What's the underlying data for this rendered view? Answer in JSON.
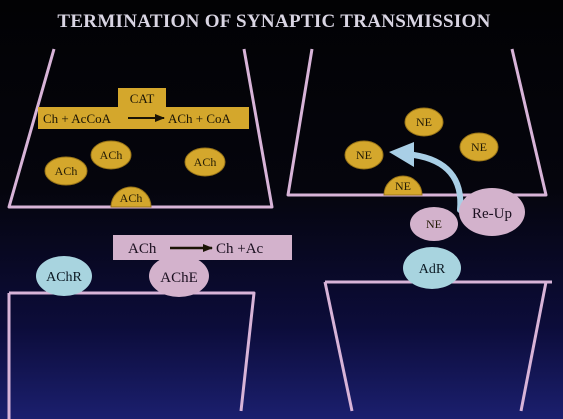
{
  "title": "TERMINATION OF SYNAPTIC TRANSMISSION",
  "cholinergic": {
    "enzyme": "CAT",
    "reaction_left": "Ch + AcCoA",
    "reaction_right": "ACh + CoA",
    "vesicles": [
      "ACh",
      "ACh",
      "ACh",
      "ACh"
    ],
    "hydrolysis_left": "ACh",
    "hydrolysis_right": "Ch +Ac",
    "receptor": "AChR",
    "esterase": "AChE"
  },
  "adrenergic": {
    "vesicles": [
      "NE",
      "NE",
      "NE",
      "NE"
    ],
    "released": "NE",
    "reuptake": "Re-Up",
    "receptor": "AdR"
  },
  "colors": {
    "membrane": "#d8b4d8",
    "vesicle": "#d4a72c",
    "box_pink": "#d3b2cc",
    "receptor_blue": "#a8d4df",
    "arrow": "#a9cfe6"
  }
}
